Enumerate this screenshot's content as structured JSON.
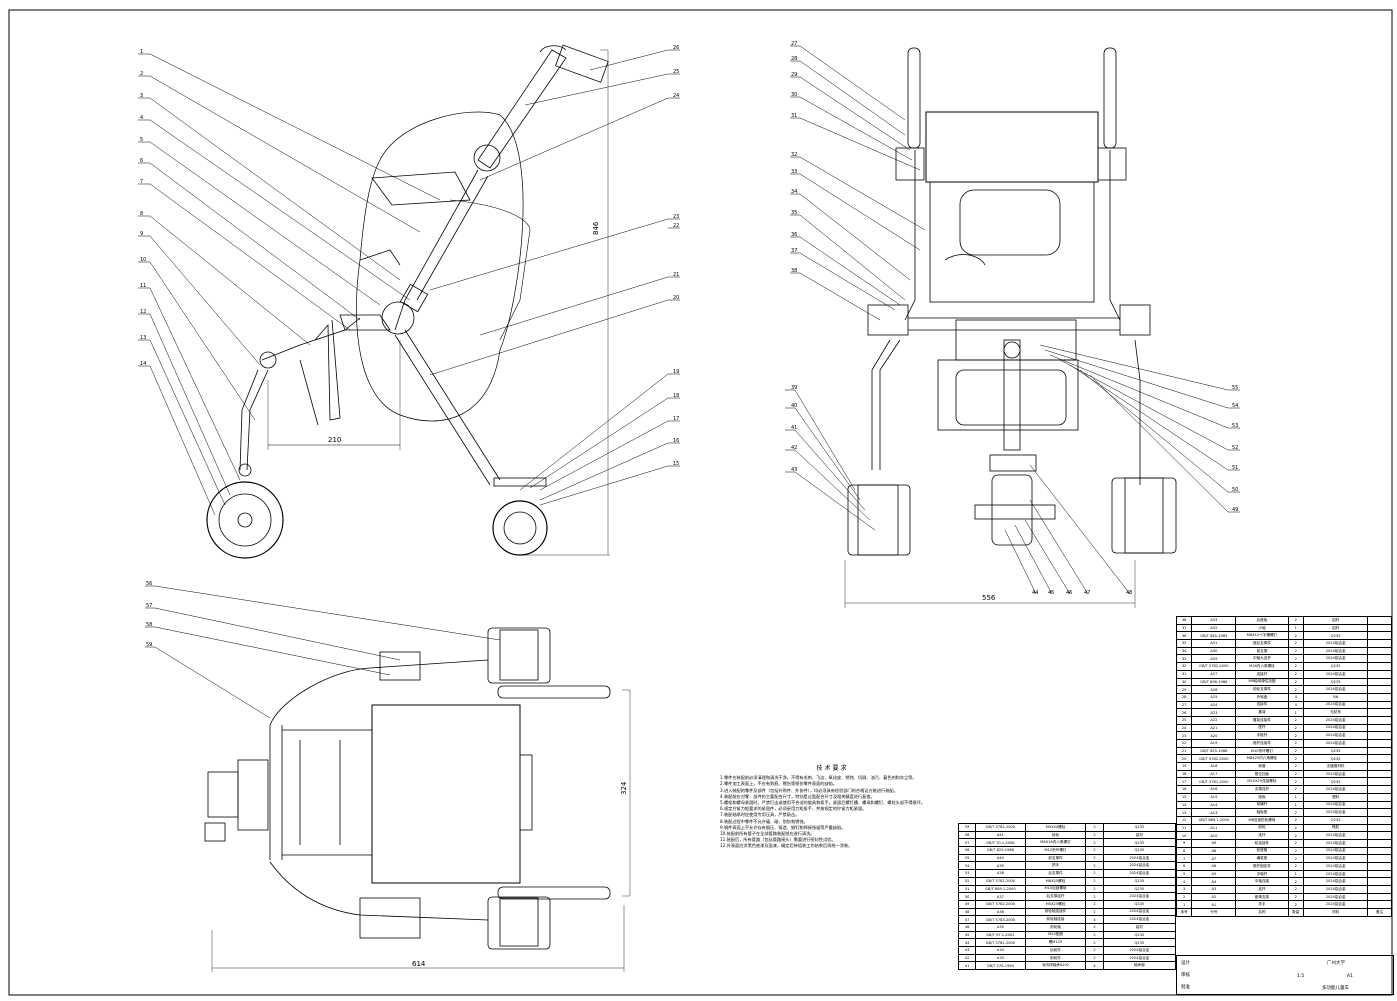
{
  "dimensions": {
    "d210": "210",
    "d846": "846",
    "d556": "556",
    "d324": "324",
    "d614": "614"
  },
  "front_view_callouts": [
    "1",
    "2",
    "3",
    "4",
    "5",
    "6",
    "7",
    "8",
    "9",
    "10",
    "11",
    "12",
    "13",
    "14"
  ],
  "front_view_callouts_right": [
    "26",
    "25",
    "24",
    "23",
    "22",
    "21",
    "20",
    "19",
    "18",
    "17",
    "16",
    "15"
  ],
  "side_view_callouts_left": [
    "27",
    "28",
    "29",
    "30",
    "31",
    "32",
    "33",
    "34",
    "35",
    "36",
    "37",
    "38",
    "39",
    "40",
    "41",
    "42",
    "43"
  ],
  "side_view_callouts_right": [
    "55",
    "54",
    "53",
    "52",
    "51",
    "50",
    "49"
  ],
  "side_view_callouts_bottom": [
    "44",
    "45",
    "46",
    "47",
    "48"
  ],
  "top_view_callouts": [
    "56",
    "57",
    "58",
    "59"
  ],
  "notes": {
    "title": "技术要求",
    "lines": [
      "1.零件在装配前必须清理和清洗干净，不得有毛刺、飞边、氧化皮、锈蚀、切屑、油污、着色剂和灰尘等。",
      "2.零件加工表面上，不应有划痕、擦伤等损伤零件表面的缺陷。",
      "3.进入装配的零件及部件（包括外购件、外协件），均必须具有检验部门的合格证方能进行装配。",
      "4.装配前应对零、部件的主要配合尺寸，特别是过盈配合尺寸及相关精度进行复查。",
      "5.螺栓和螺母紧固时，严禁打击或使用不合适的旋具和扳手。紧固后螺钉槽、螺母和螺钉、螺栓头部不得损坏。",
      "6.规定拧紧力矩要求的紧固件，必须采用力矩扳手，并按规定的拧紧力矩紧固。",
      "7.装配轴承时应使用专用压具，严禁敲击。",
      "8.装配过程中零件不允许磕、碰、划伤和锈蚀。",
      "9.钢件表面上不允许存有锻压、铸造、铆钉和焊接残留等严重缺陷。",
      "10.装配前所有管子在全部管路装配前应进行清洗。",
      "11.装配后，所有管路（包括管路接头）需要进行密封性试验。",
      "12.外表面应涂黑色底漆及面漆，确定后待组装工作结束后再统一涂装。"
    ]
  },
  "bom_right": [
    [
      "38",
      "A33",
      "后座板",
      "2",
      "铝材",
      ""
    ],
    [
      "37",
      "A32",
      "小轴",
      "1",
      "铝材",
      ""
    ],
    [
      "36",
      "GB/T 845-1985",
      "M6X12十字槽螺钉",
      "2",
      "Q235",
      ""
    ],
    [
      "35",
      "A31",
      "座后支撑件",
      "2",
      "2024铝合金",
      ""
    ],
    [
      "34",
      "A30",
      "前支撑",
      "2",
      "2024铝合金",
      ""
    ],
    [
      "33",
      "A29",
      "中轴大连杆",
      "2",
      "2024铝合金",
      ""
    ],
    [
      "32",
      "GB/T 5782-2000",
      "M16内六角螺栓",
      "2",
      "Q235",
      ""
    ],
    [
      "31",
      "A27",
      "连接杆",
      "2",
      "2024铝合金",
      ""
    ],
    [
      "30",
      "GB/T 896-1986",
      "M8轴用弹性挡圈",
      "2",
      "Q235",
      ""
    ],
    [
      "29",
      "A26",
      "前轮支撑件",
      "2",
      "2024铝合金",
      ""
    ],
    [
      "28",
      "A25",
      "外转盘",
      "4",
      "B6",
      ""
    ],
    [
      "27",
      "A24",
      "连接件",
      "4",
      "2024铝合金",
      ""
    ],
    [
      "26",
      "A23",
      "靠背",
      "1",
      "无纺布",
      ""
    ],
    [
      "25",
      "A22",
      "靠背连接件",
      "2",
      "2024铝合金",
      ""
    ],
    [
      "24",
      "A21",
      "座杆",
      "2",
      "2024铝合金",
      ""
    ],
    [
      "23",
      "A20",
      "手推杆",
      "2",
      "2024铝合金",
      ""
    ],
    [
      "22",
      "A19",
      "推杆连接件",
      "2",
      "2024铝合金",
      ""
    ],
    [
      "21",
      "GB/T 825-1988",
      "M10吊环螺钉",
      "2",
      "Q235",
      ""
    ],
    [
      "20",
      "GB/T 5782-2000",
      "M8X25内六角螺栓",
      "2",
      "Q235",
      ""
    ],
    [
      "19",
      "A18",
      "转管",
      "2",
      "无缝管材料",
      ""
    ],
    [
      "18",
      "A17",
      "限位挡板",
      "2",
      "2024铝合金",
      ""
    ],
    [
      "17",
      "GB/T 5781-2000",
      "M10X25连接螺栓",
      "2",
      "Q235",
      ""
    ],
    [
      "16",
      "A16",
      "支撑连杆",
      "2",
      "2024铝合金",
      ""
    ],
    [
      "15",
      "A15",
      "座板",
      "1",
      "塑料",
      ""
    ],
    [
      "14",
      "A14",
      "前横杆",
      "1",
      "2024铝合金",
      ""
    ],
    [
      "13",
      "A13",
      "踏板座",
      "2",
      "2024铝合金",
      ""
    ],
    [
      "12",
      "GB/T 889.1-2000",
      "M8自锁防松螺母",
      "2",
      "Q235",
      ""
    ],
    [
      "11",
      "A11",
      "前轮",
      "2",
      "橡胶",
      ""
    ],
    [
      "10",
      "A10",
      "连杆",
      "2",
      "2024铝合金",
      ""
    ],
    [
      "9",
      "A9",
      "轮连接件",
      "2",
      "2024铝合金",
      ""
    ],
    [
      "8",
      "A8",
      "轮座管",
      "2",
      "2024铝合金",
      ""
    ],
    [
      "7",
      "A7",
      "横梁座",
      "2",
      "2024铝合金",
      ""
    ],
    [
      "6",
      "A6",
      "推杆固定件",
      "2",
      "2024铝合金",
      ""
    ],
    [
      "5",
      "A5",
      "中轴杆",
      "1",
      "2024铝合金",
      ""
    ],
    [
      "4",
      "A4",
      "中轴连接",
      "2",
      "2024铝合金",
      ""
    ],
    [
      "3",
      "A3",
      "连杆",
      "2",
      "2024铝合金",
      ""
    ],
    [
      "2",
      "A2",
      "座椅支架",
      "2",
      "2024铝合金",
      ""
    ],
    [
      "1",
      "A1",
      "扶手",
      "2",
      "2024铝合金",
      ""
    ]
  ],
  "bom_right_header": [
    "序号",
    "代号",
    "名称",
    "数量",
    "材料",
    "备注"
  ],
  "bom_left": [
    [
      "59",
      "GB/T 5782-2000",
      "M5X40螺栓",
      "2",
      "Q235"
    ],
    [
      "58",
      "A41",
      "前轮",
      "2",
      "铝材"
    ],
    [
      "57",
      "GB/T 70.1-2008",
      "M8X16内六角螺钉",
      "2",
      "Q235"
    ],
    [
      "56",
      "GB/T 825-1988",
      "M10吊环螺钉",
      "2",
      "Q235"
    ],
    [
      "55",
      "A40",
      "前支撑件",
      "2",
      "2024铝合金"
    ],
    [
      "54",
      "A39",
      "把手",
      "2",
      "2024铝合金"
    ],
    [
      "53",
      "A38",
      "后支撑件",
      "2",
      "2024铝合金"
    ],
    [
      "52",
      "GB/T 5782-2000",
      "M8X25螺栓",
      "2",
      "Q235"
    ],
    [
      "51",
      "GB/T 889.1-2000",
      "M10自锁螺母",
      "2",
      "Q235"
    ],
    [
      "50",
      "A37",
      "后支撑连杆",
      "2",
      "2024铝合金"
    ],
    [
      "49",
      "GB/T 5782-2000",
      "M5X25螺栓",
      "2",
      "Q235"
    ],
    [
      "48",
      "A36",
      "前轮轴连接件",
      "2",
      "2024铝合金"
    ],
    [
      "47",
      "GB/T 5783-2000",
      "前轮轴连接",
      "4",
      "2024铝合金"
    ],
    [
      "46",
      "A35",
      "前轮轴",
      "2",
      "铝材"
    ],
    [
      "45",
      "GB/T 97.1-2002",
      "M10垫圈",
      "2",
      "Q235"
    ],
    [
      "44",
      "GB/T 5781-2000",
      "螺M125",
      "2",
      "Q235"
    ],
    [
      "43",
      "A34",
      "后轮件",
      "2",
      "2024铝合金"
    ],
    [
      "42",
      "A33",
      "前轮件",
      "2",
      "2024铝合金"
    ],
    [
      "41",
      "GB/T 276-1994",
      "深沟球轴承6202",
      "4",
      "轴承钢"
    ]
  ],
  "title_block": {
    "company": "广州大学",
    "scale": "1:5",
    "sheet": "A1",
    "drawing_name": "多功能儿童车",
    "designer": "设计",
    "checker": "审核",
    "approver": "批准"
  }
}
